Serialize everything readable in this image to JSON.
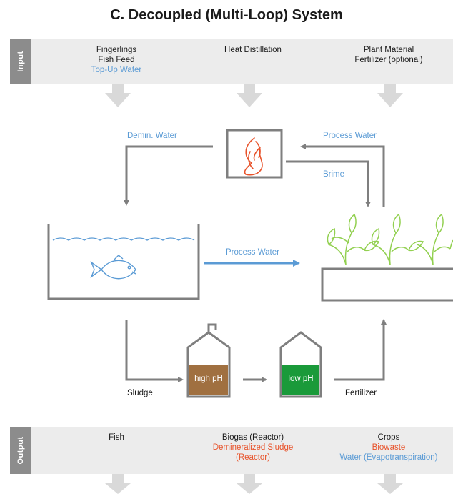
{
  "title": "C. Decoupled (Multi-Loop) System",
  "input": {
    "tab_label": "Input",
    "col1": [
      "Fingerlings",
      "Fish Feed",
      "Top-Up Water"
    ],
    "col2": [
      "Heat Distillation"
    ],
    "col3": [
      "Plant Material",
      "Fertilizer (optional)"
    ]
  },
  "output": {
    "tab_label": "Output",
    "col1": [
      "Fish"
    ],
    "col2": [
      "Biogas (Reactor)",
      "Demineralized Sludge",
      "(Reactor)"
    ],
    "col3": [
      "Crops",
      "Biowaste",
      "Water (Evapotranspiration)"
    ]
  },
  "flows": {
    "demin_water": "Demin. Water",
    "process_water_top": "Process Water",
    "brime": "Brime",
    "process_water_mid": "Process Water",
    "sludge": "Sludge",
    "fertilizer": "Fertilizer"
  },
  "tanks": {
    "high_ph": "high pH",
    "low_ph": "low pH"
  },
  "colors": {
    "band": "#ececec",
    "tab": "#8c8c8c",
    "line": "#7f7f7f",
    "blue": "#5b9bd5",
    "red": "#e8532b",
    "green": "#92d050",
    "brown": "#a07040",
    "low_ph_green": "#1a9a3a"
  }
}
